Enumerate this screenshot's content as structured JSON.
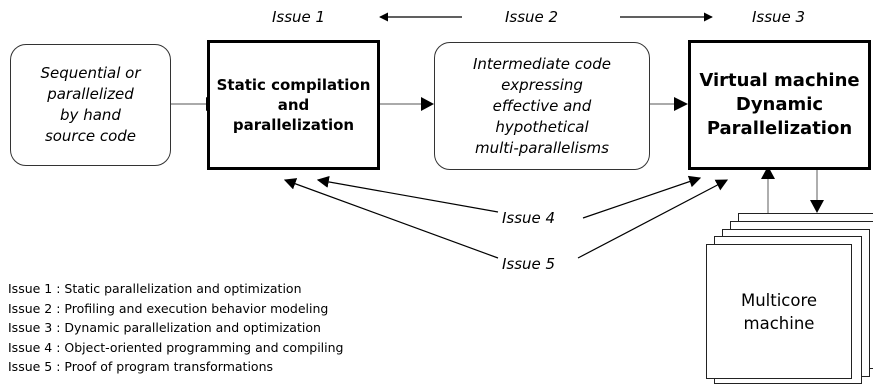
{
  "top_issues": {
    "issue1": "Issue 1",
    "issue2": "Issue 2",
    "issue3": "Issue 3"
  },
  "boxes": {
    "source": "Sequential or\nparallelized\nby hand\nsource code",
    "static": "Static compilation\nand\nparallelization",
    "intermediate": "Intermediate code\nexpressing\neffective and\nhypothetical\nmulti-parallelisms",
    "vm": "Virtual machine\nDynamic\nParallelization",
    "multicore": "Multicore\nmachine"
  },
  "mid_issues": {
    "issue4": "Issue 4",
    "issue5": "Issue 5"
  },
  "legend": [
    "Issue 1 : Static parallelization and optimization",
    "Issue 2 : Profiling and execution behavior modeling",
    "Issue 3 : Dynamic parallelization and optimization",
    "Issue 4 : Object-oriented programming and compiling",
    "Issue 5 : Proof of program transformations"
  ]
}
